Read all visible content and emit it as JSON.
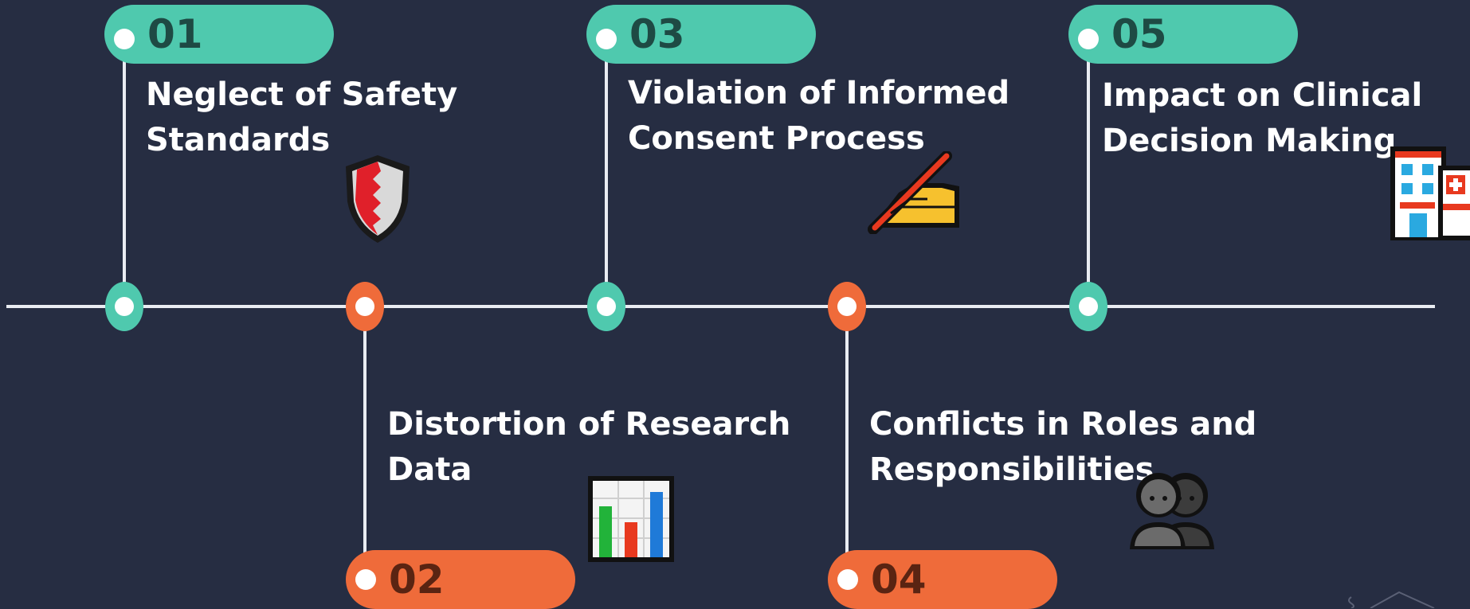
{
  "colors": {
    "background": "#262d42",
    "teal": "#4fc9ae",
    "orange": "#ef6b3a",
    "line": "#e9ecf2"
  },
  "steps": [
    {
      "number": "01",
      "title": "Neglect of Safety\nStandards",
      "icon": "shield-icon",
      "color": "teal"
    },
    {
      "number": "02",
      "title": "Distortion of Research\nData",
      "icon": "bar-chart-icon",
      "color": "orange"
    },
    {
      "number": "03",
      "title": "Violation of Informed\nConsent Process",
      "icon": "writing-hand-icon",
      "color": "teal"
    },
    {
      "number": "04",
      "title": "Conflicts in Roles and\nResponsibilities",
      "icon": "people-icon",
      "color": "orange"
    },
    {
      "number": "05",
      "title": "Impact on Clinical\nDecision Making",
      "icon": "hospital-icon",
      "color": "teal"
    }
  ]
}
